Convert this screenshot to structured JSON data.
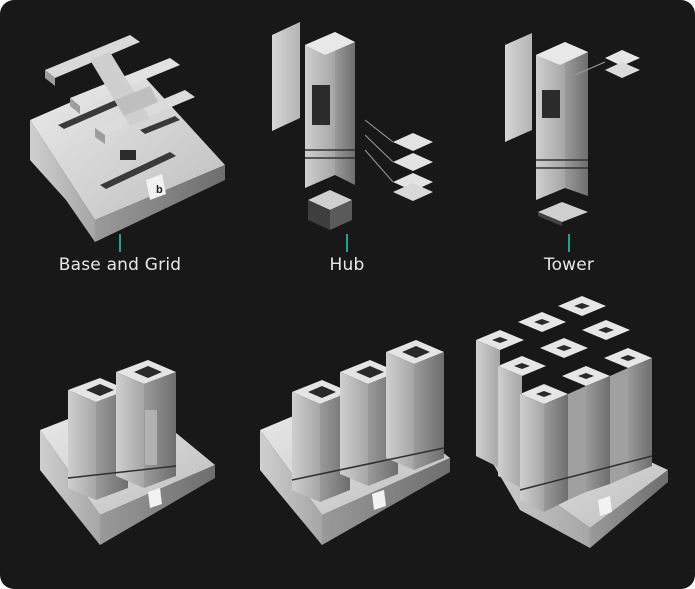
{
  "components": [
    {
      "id": "base",
      "label": "Base and Grid"
    },
    {
      "id": "hub",
      "label": "Hub"
    },
    {
      "id": "tower",
      "label": "Tower"
    }
  ],
  "colors": {
    "background": "#181818",
    "connector": "#1fa38a",
    "label": "#e8e8e8",
    "metal_light": "#e0e0e0",
    "metal_mid": "#b9b9b9",
    "metal_dark": "#7b7b7b"
  },
  "configurations": [
    {
      "id": "config-2-towers",
      "towers": 2
    },
    {
      "id": "config-3-towers",
      "towers": 3
    },
    {
      "id": "config-9-towers",
      "towers": 9
    }
  ]
}
